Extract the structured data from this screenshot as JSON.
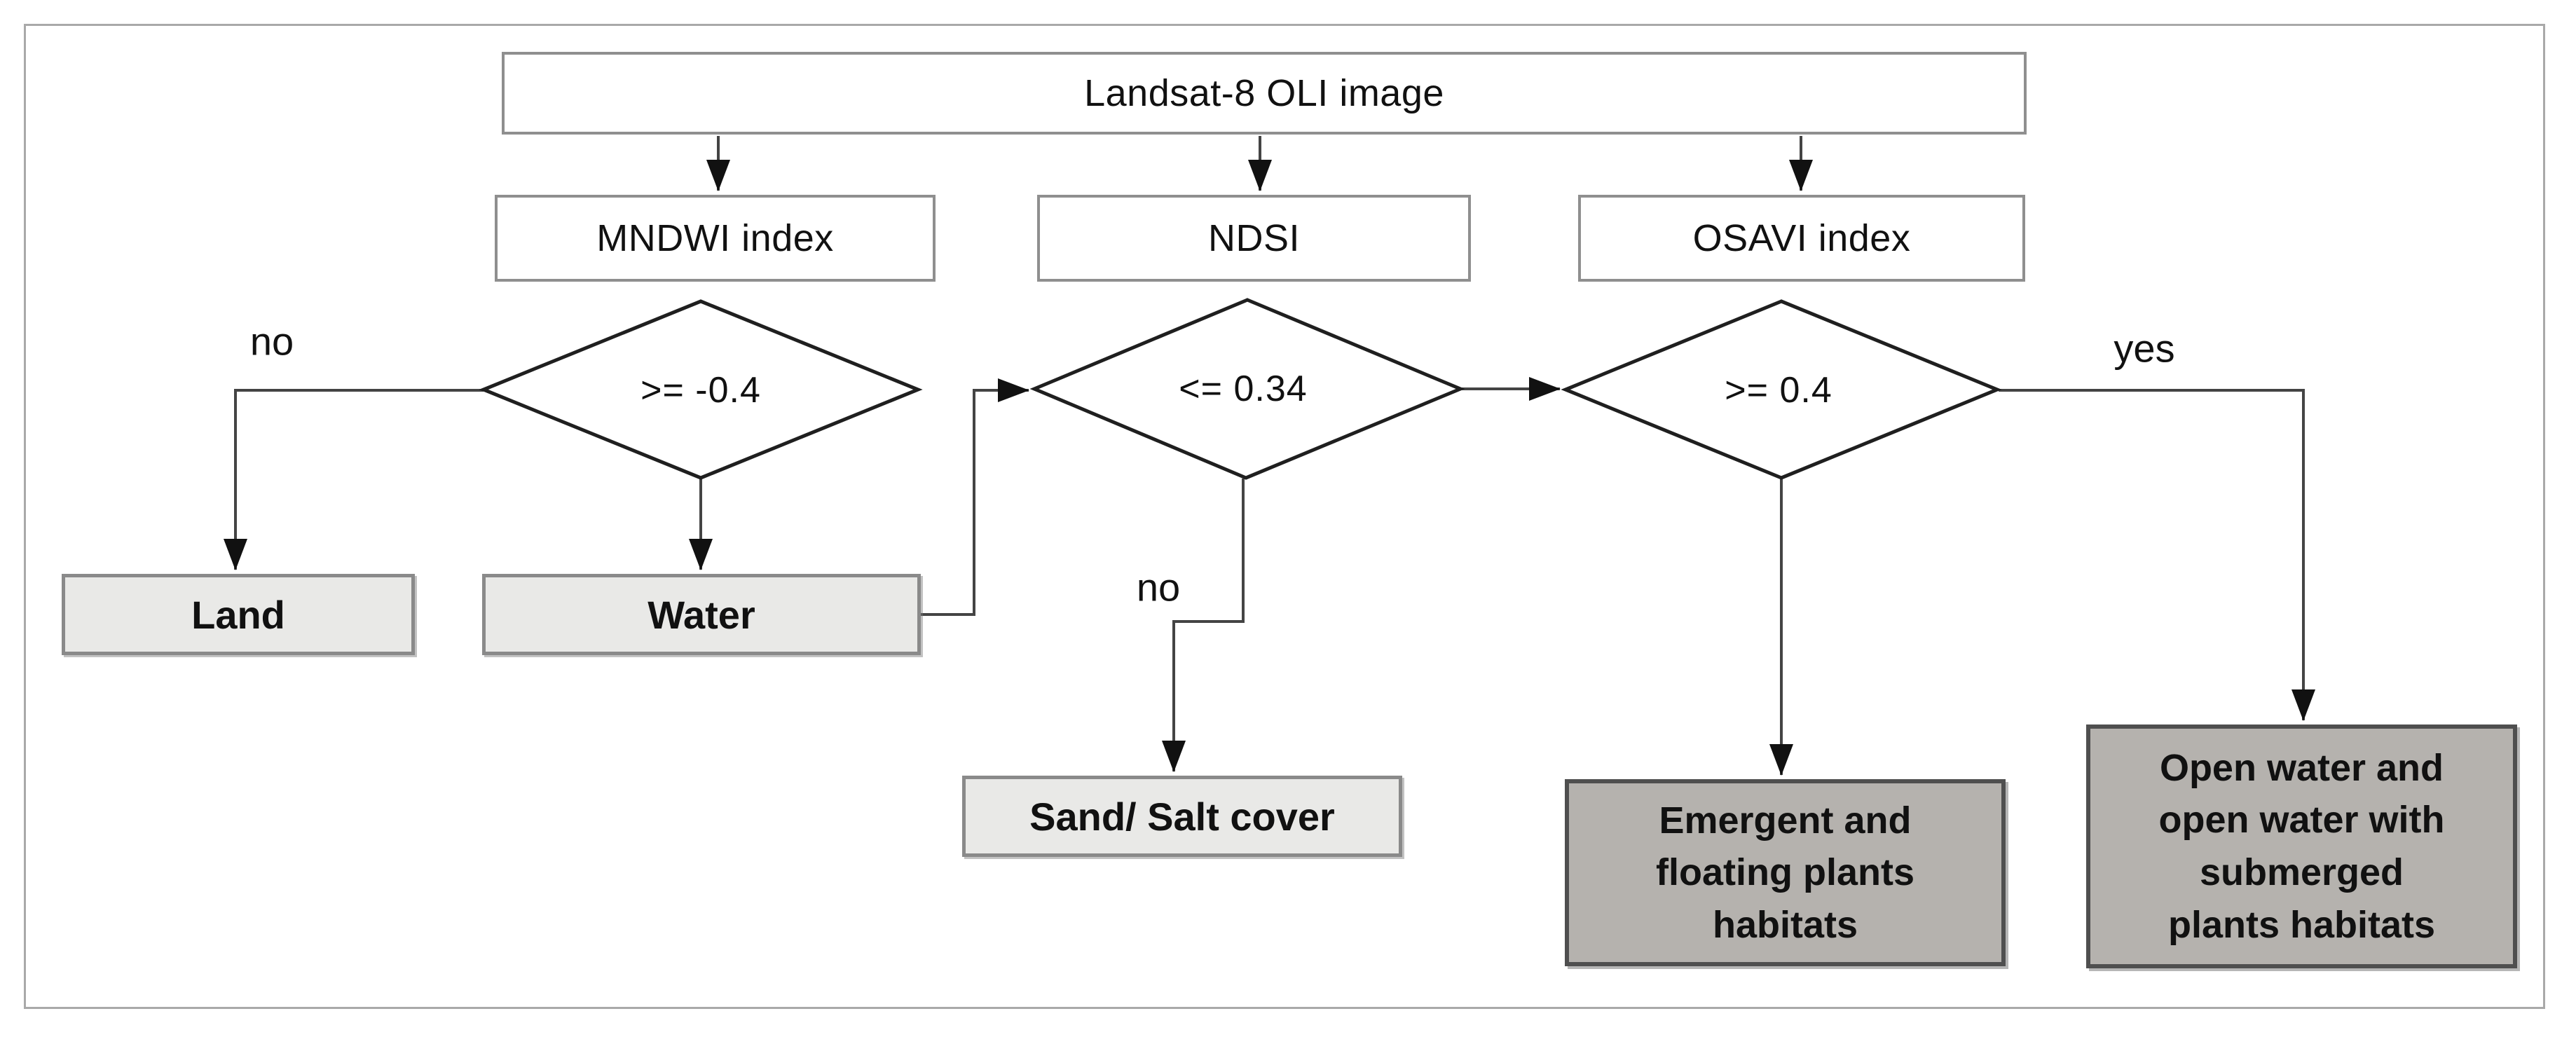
{
  "flowchart": {
    "source": {
      "label": "Landsat-8 OLI image"
    },
    "indices": [
      {
        "label": "MNDWI index"
      },
      {
        "label": "NDSI"
      },
      {
        "label": "OSAVI index"
      }
    ],
    "decisions": [
      {
        "label": ">= -0.4"
      },
      {
        "label": "<= 0.34"
      },
      {
        "label": ">= 0.4"
      }
    ],
    "outcomes": {
      "land": "Land",
      "water": "Water",
      "sand": "Sand/ Salt cover",
      "emergent": "Emergent and\nfloating plants\nhabitats",
      "open_water": "Open water and\nopen water with\nsubmerged\nplants habitats"
    },
    "edge_labels": {
      "mndwi_no": "no",
      "ndsi_no": "no",
      "osavi_yes": "yes"
    }
  },
  "colors": {
    "frame_border": "#a9a9a9",
    "node_border": "#8f8f8f",
    "node_fill": "#ffffff",
    "light_fill": "#e9e9e7",
    "light_border": "#8a8a8a",
    "dark_fill": "#b5b2ae",
    "dark_border": "#4f4f4f",
    "line": "#444444",
    "arrow": "#111111",
    "text": "#111111"
  }
}
